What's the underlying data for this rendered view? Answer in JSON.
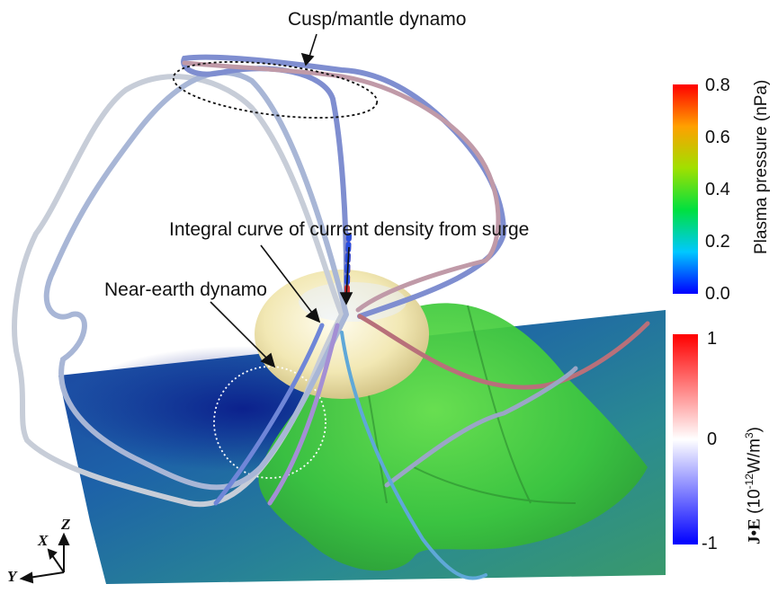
{
  "annotations": {
    "cusp": "Cusp/mantle dynamo",
    "integral": "Integral curve of current density from surge",
    "near_earth": "Near-earth dynamo"
  },
  "pressure_colorbar": {
    "title": "Plasma pressure (nPa)",
    "ticks": [
      "0.8",
      "0.6",
      "0.4",
      "0.2",
      "0.0"
    ],
    "range": [
      0.0,
      0.8
    ],
    "colors": [
      "#0000ff",
      "#00c8ff",
      "#00e040",
      "#a0e000",
      "#ffa000",
      "#ff0000"
    ]
  },
  "je_colorbar": {
    "title_bold": "J•E",
    "title_rest": "(10",
    "title_exp1": "-12",
    "title_unit": "W/m",
    "title_exp2": "3",
    "title_close": ")",
    "ticks": [
      "1",
      "0",
      "-1"
    ],
    "range": [
      -1,
      1
    ],
    "colors": [
      "#0000ff",
      "#ffffff",
      "#ff0000"
    ]
  },
  "axes": {
    "z": "Z",
    "x": "X",
    "y": "Y"
  }
}
